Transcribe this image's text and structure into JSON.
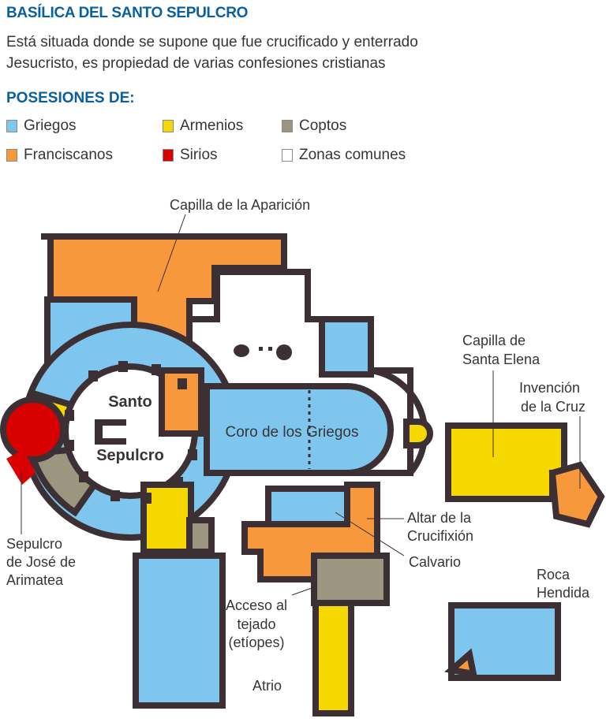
{
  "header": {
    "title": "BASÍLICA DEL SANTO SEPULCRO",
    "description_line1": "Está situada donde se supone que fue crucificado y enterrado",
    "description_line2": "Jesucristo, es propiedad de varias confesiones cristianas"
  },
  "legend": {
    "title": "POSESIONES DE:",
    "items": [
      {
        "label": "Griegos",
        "color": "#7fc6ee"
      },
      {
        "label": "Armenios",
        "color": "#f5d800"
      },
      {
        "label": "Coptos",
        "color": "#9c9580"
      },
      {
        "label": "Franciscanos",
        "color": "#f7983c"
      },
      {
        "label": "Sirios",
        "color": "#d80000"
      },
      {
        "label": "Zonas comunes",
        "color": "#ffffff"
      }
    ]
  },
  "colors": {
    "wall": "#3d3035",
    "griegos": "#7fc6ee",
    "armenios": "#f5d800",
    "coptos": "#9c9580",
    "franciscanos": "#f7983c",
    "sirios": "#d80000"
  },
  "labels": {
    "capilla_aparicion": "Capilla de la Aparición",
    "santa_elena_1": "Capilla de",
    "santa_elena_2": "Santa Elena",
    "invencion_1": "Invención",
    "invencion_2": "de la Cruz",
    "santo": "Santo",
    "sepulcro": "Sepulcro",
    "coro": "Coro de los Griegos",
    "altar_1": "Altar de la",
    "altar_2": "Crucifixión",
    "calvario": "Calvario",
    "jose_1": "Sepulcro",
    "jose_2": "de José de",
    "jose_3": "Arimatea",
    "acceso_1": "Acceso al",
    "acceso_2": "tejado",
    "acceso_3": "(etíopes)",
    "roca_1": "Roca",
    "roca_2": "Hendida",
    "atrio": "Atrio"
  }
}
